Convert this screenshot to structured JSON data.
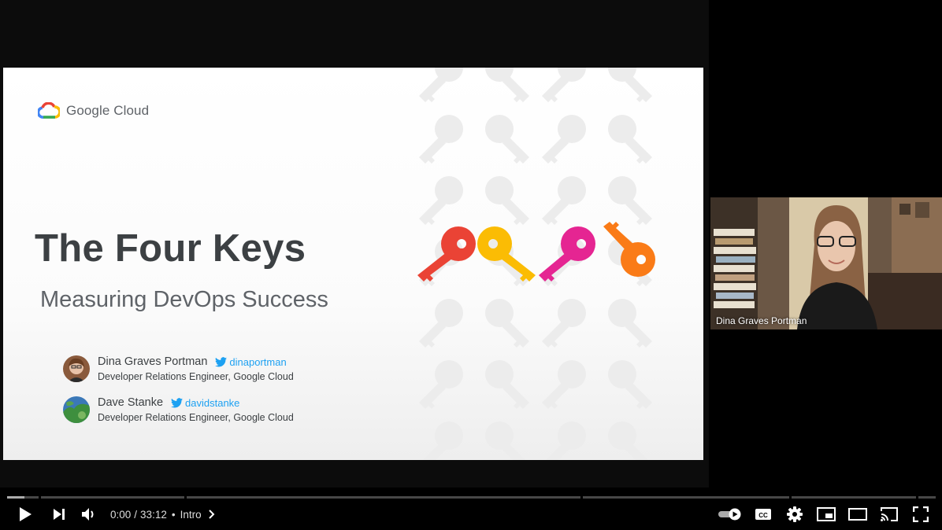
{
  "slide": {
    "logo_text": "Google Cloud",
    "title": "The Four Keys",
    "subtitle": "Measuring DevOps Success",
    "speakers": [
      {
        "name": "Dina Graves Portman",
        "twitter": "dinaportman",
        "role": "Developer Relations Engineer, Google Cloud"
      },
      {
        "name": "Dave Stanke",
        "twitter": "davidstanke",
        "role": "Developer Relations Engineer, Google Cloud"
      }
    ],
    "key_colors": [
      "#ea4335",
      "#fbbc04",
      "#e52592",
      "#fa7b17"
    ]
  },
  "webcam": {
    "label": "Dina Graves Portman"
  },
  "player": {
    "time_current": "0:00",
    "time_separator": "/",
    "time_total": "33:12",
    "chapter_dot": "•",
    "chapter": "Intro",
    "progress_fraction": 0
  },
  "icons": [
    "play-icon",
    "next-icon",
    "volume-icon",
    "chevron-right-icon",
    "autoplay-toggle-icon",
    "captions-icon",
    "settings-icon",
    "miniplayer-icon",
    "theater-mode-icon",
    "cast-icon",
    "fullscreen-icon"
  ]
}
